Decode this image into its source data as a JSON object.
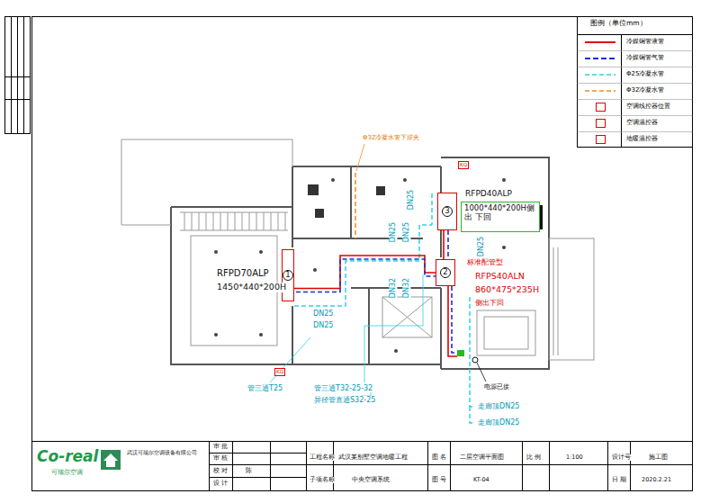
{
  "diagram": {
    "nodes": [
      {
        "text": [
          "3"
        ]
      },
      {
        "text": [
          "1000*440*200H侧出 下回"
        ]
      },
      {
        "text": [
          "1"
        ]
      },
      {
        "text": [
          "2"
        ]
      },
      {
        "text": [
          "KQ"
        ]
      },
      {
        "text": [
          "KQ"
        ]
      }
    ],
    "edges": [
      {
        "from": 2,
        "to": 3,
        "arrow": "none"
      },
      {
        "from": 0,
        "to": 3,
        "arrow": "none"
      }
    ],
    "labels": [
      "图例（单位mm）",
      "Φ32冷凝水管下排夹",
      "RFPD40ALP",
      "RFPD70ALP",
      "1450*440*200H",
      "标准配管型",
      "RFPS40ALN",
      "860*475*235H",
      "侧出下回",
      "DN25",
      "DN25",
      "DN25",
      "DN25",
      "DN32",
      "DN32",
      "DN25",
      "DN25",
      "电源已接",
      "走廊顶DN25",
      "走廊顶DN25",
      "管三通T25",
      "管三通T32-25-32",
      "异径管直通S32-25",
      "Co-real",
      "可瑞尔空调",
      "武汉可瑞尔空调设备有限公司",
      "审 批",
      "审 核",
      "校 对",
      "设 计",
      "陈",
      "工程名称",
      "武汉某别墅空调地暖工程",
      "子项名称",
      "中央空调系统",
      "图 名",
      "二层空调平面图",
      "图 号",
      "KT-04",
      "比 例",
      "1:100",
      "日 期",
      "2020.2.21",
      "设计号",
      "施工图"
    ],
    "legend": [
      {
        "text": "冷媒铜管液管"
      },
      {
        "text": "冷媒铜管气管"
      },
      {
        "text": "Φ25冷凝水管"
      },
      {
        "text": "Φ32冷凝水管"
      },
      {
        "text": "空调线控器位置"
      },
      {
        "text": "空调温控器"
      },
      {
        "text": "地暖温控器"
      }
    ]
  }
}
